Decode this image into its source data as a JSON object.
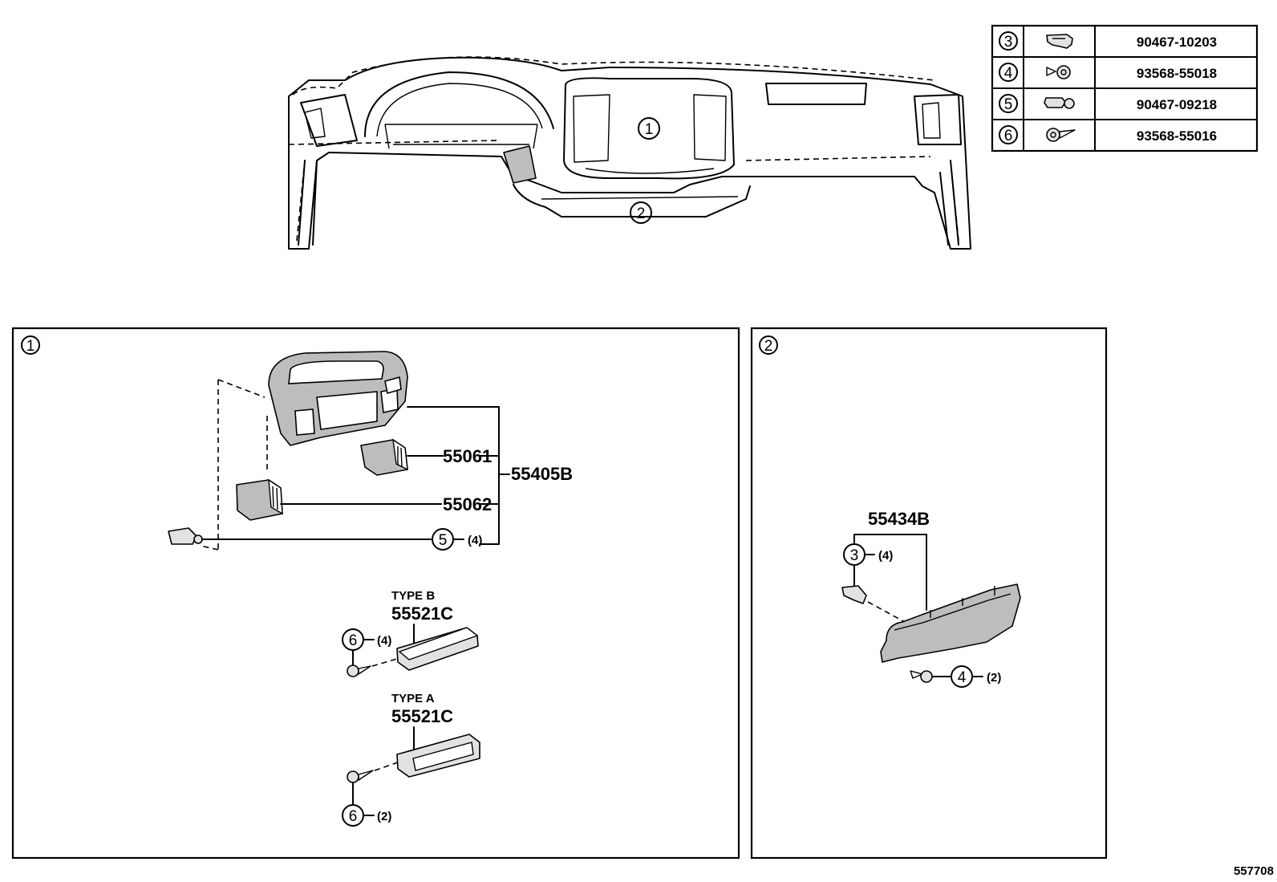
{
  "fastener_table": [
    {
      "ref": "3",
      "part_no": "90467-10203",
      "icon": "clip-icon"
    },
    {
      "ref": "4",
      "part_no": "93568-55018",
      "icon": "screw-icon"
    },
    {
      "ref": "5",
      "part_no": "90467-09218",
      "icon": "clip-icon"
    },
    {
      "ref": "6",
      "part_no": "93568-55016",
      "icon": "screw-icon"
    }
  ],
  "overview": {
    "callout_1": "1",
    "callout_2": "2"
  },
  "panel_1": {
    "label": "1",
    "part_55405b": "55405B",
    "part_55061": "55061",
    "part_55062": "55062",
    "ref_5": "5",
    "qty_5": "(4)",
    "type_b": "TYPE  B",
    "part_55521c_b": "55521C",
    "ref_6_b": "6",
    "qty_6_b": "(4)",
    "type_a": "TYPE  A",
    "part_55521c_a": "55521C",
    "ref_6_a": "6",
    "qty_6_a": "(2)"
  },
  "panel_2": {
    "label": "2",
    "part_55434b": "55434B",
    "ref_3": "3",
    "qty_3": "(4)",
    "ref_4": "4",
    "qty_4": "(2)"
  },
  "figure_id": "557708"
}
